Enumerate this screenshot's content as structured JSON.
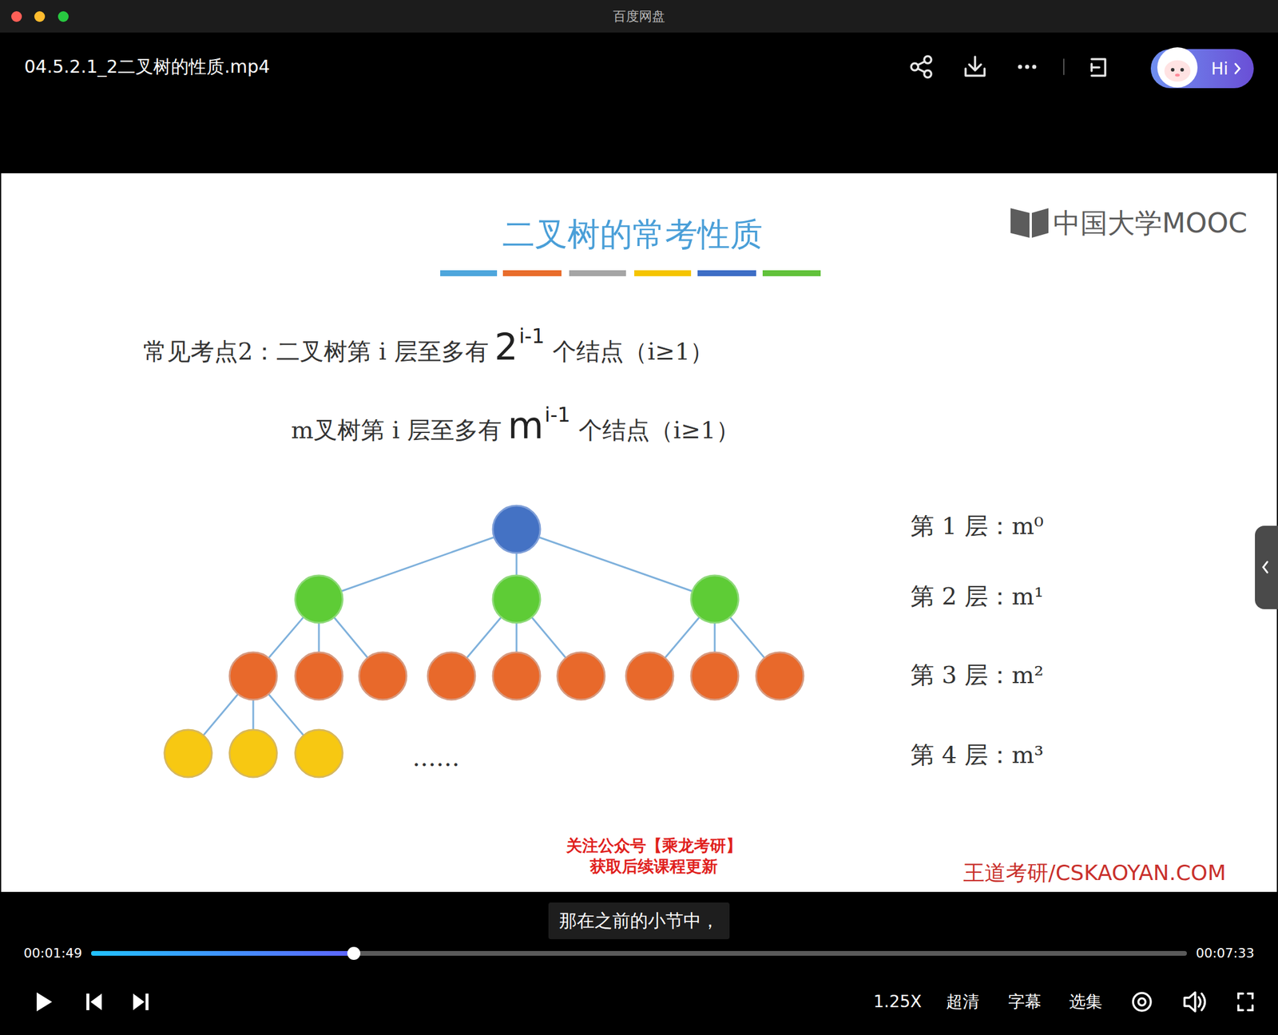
{
  "diagram": {
    "title": "二叉树的常考性质",
    "nodes": [
      {
        "text": [
          "Hi"
        ]
      },
      {
        "text": [
          "那在之前的小节中，"
        ]
      }
    ],
    "labels": [
      "百度网盘",
      "04.5.2.1_2二叉树的性质.mp4",
      "中国大学MOOC",
      "常见考点2：二叉树第 i 层至多有",
      "2",
      "i-1",
      "个结点（i≥1）",
      "m叉树第 i 层至多有",
      "m",
      "i-1",
      "个结点（i≥1）",
      "……",
      "第 1 层：m⁰",
      "第 2 层：m¹",
      "第 3 层：m²",
      "第 4 层：m³",
      "关注公众号【乘龙考研】",
      "获取后续课程更新",
      "王道考研/CSKAOYAN.COM",
      "00:01:49",
      "00:07:33",
      "1.25X",
      "超清",
      "字幕",
      "选集"
    ]
  }
}
